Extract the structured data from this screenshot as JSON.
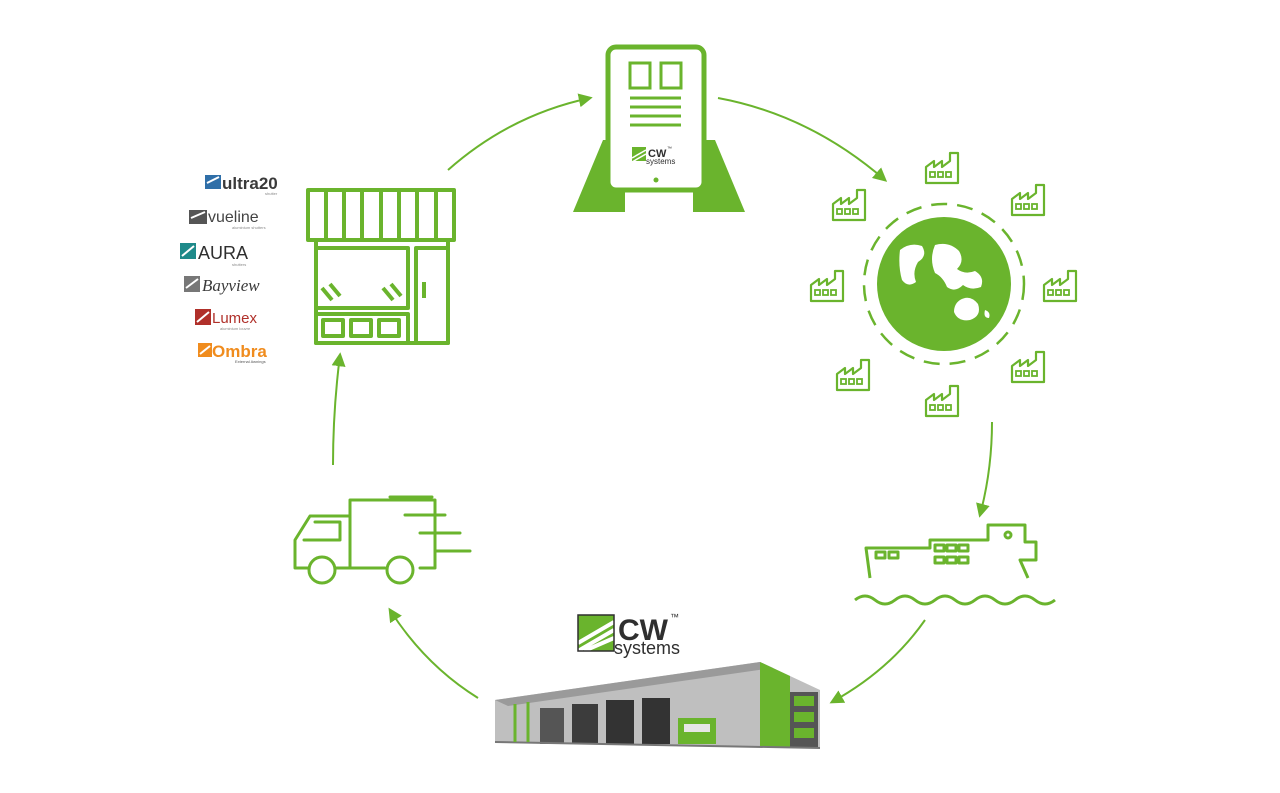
{
  "colors": {
    "green": "#6ab42d",
    "dark": "#2f2f2f",
    "grey": "#8a8a8a",
    "orange": "#f08c1e",
    "red": "#b0302a",
    "blue": "#2f6fa8",
    "teal": "#1f8a8a"
  },
  "tablet_logo": {
    "cw": "CW",
    "tm": "™",
    "systems": "systems"
  },
  "warehouse_logo": {
    "cw": "CW",
    "tm": "™",
    "systems": "systems"
  },
  "brands": [
    {
      "icon": "ultra20-logo-icon",
      "name": "ultra20",
      "sub": "shutter"
    },
    {
      "icon": "vueline-logo-icon",
      "name": "vueline",
      "sub": "aluminium shutters"
    },
    {
      "icon": "aura-logo-icon",
      "name": "AURA",
      "sub": "shutters"
    },
    {
      "icon": "bayview-logo-icon",
      "name": "Bayview",
      "sub": ""
    },
    {
      "icon": "lumex-logo-icon",
      "name": "Lumex",
      "sub": "aluminium louvre"
    },
    {
      "icon": "ombra-logo-icon",
      "name": "Ombra",
      "sub": "External Awnings"
    }
  ],
  "steps": [
    {
      "icon": "tablet-order-icon"
    },
    {
      "icon": "global-factories-icon"
    },
    {
      "icon": "cargo-ship-icon"
    },
    {
      "icon": "warehouse-icon"
    },
    {
      "icon": "delivery-truck-icon"
    },
    {
      "icon": "retail-store-icon"
    }
  ]
}
